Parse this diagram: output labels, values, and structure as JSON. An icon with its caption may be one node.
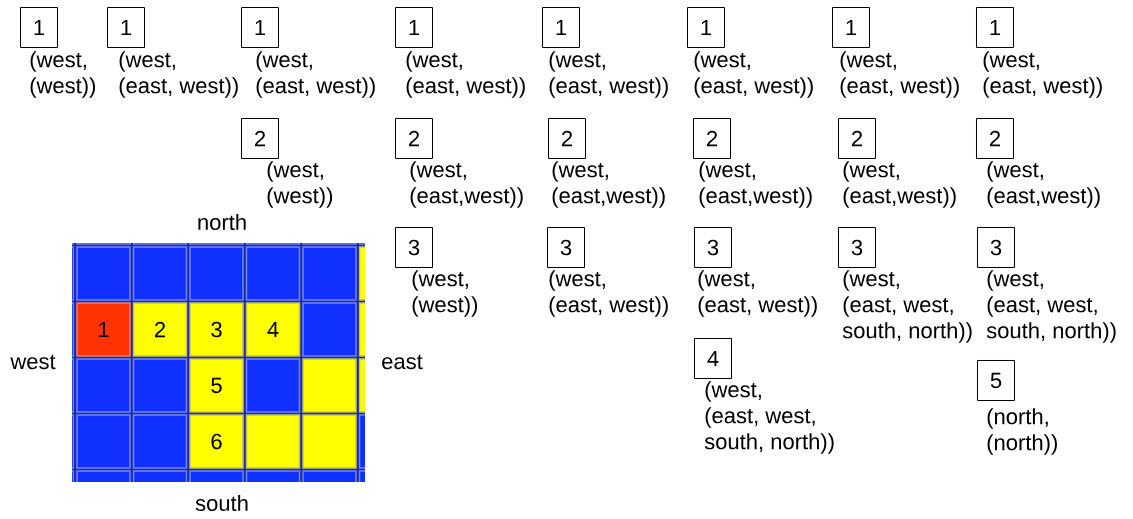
{
  "diagram": {
    "nodes": [
      {
        "text": [
          "1"
        ],
        "beside": [
          "(west, (west))"
        ]
      },
      {
        "text": [
          "1"
        ],
        "beside": [
          "(west, (east, west))"
        ]
      },
      {
        "text": [
          "1"
        ],
        "beside": [
          "(west, (east, west))"
        ]
      },
      {
        "text": [
          "1"
        ],
        "beside": [
          "(west, (east, west))"
        ]
      },
      {
        "text": [
          "1"
        ],
        "beside": [
          "(west, (east, west))"
        ]
      },
      {
        "text": [
          "1"
        ],
        "beside": [
          "(west, (east, west))"
        ]
      },
      {
        "text": [
          "1"
        ],
        "beside": [
          "(west, (east, west))"
        ]
      },
      {
        "text": [
          "1"
        ],
        "beside": [
          "(west, (east, west))"
        ]
      },
      {
        "text": [
          "2"
        ],
        "beside": [
          "(west, (west))"
        ]
      },
      {
        "text": [
          "2"
        ],
        "beside": [
          "(west, (east,west))"
        ]
      },
      {
        "text": [
          "2"
        ],
        "beside": [
          "(west, (east,west))"
        ]
      },
      {
        "text": [
          "2"
        ],
        "beside": [
          "(west, (east,west))"
        ]
      },
      {
        "text": [
          "2"
        ],
        "beside": [
          "(west, (east,west))"
        ]
      },
      {
        "text": [
          "2"
        ],
        "beside": [
          "(west, (east,west))"
        ]
      },
      {
        "text": [
          "3"
        ],
        "beside": [
          "(west, (west))"
        ]
      },
      {
        "text": [
          "3"
        ],
        "beside": [
          "(west, (east, west))"
        ]
      },
      {
        "text": [
          "3"
        ],
        "beside": [
          "(west, (east, west))"
        ]
      },
      {
        "text": [
          "3"
        ],
        "beside": [
          "(west, (east, west, south, north))"
        ]
      },
      {
        "text": [
          "3"
        ],
        "beside": [
          "(west, (east, west, south, north))"
        ]
      },
      {
        "text": [
          "4"
        ],
        "beside": [
          "(west, (east, west, south, north))"
        ]
      },
      {
        "text": [
          "5"
        ],
        "beside": [
          "(north, (north))"
        ]
      },
      {
        "text": [
          "1"
        ]
      },
      {
        "text": [
          "2"
        ]
      },
      {
        "text": [
          "3"
        ]
      },
      {
        "text": [
          "4"
        ]
      },
      {
        "text": [
          "5"
        ]
      },
      {
        "text": [
          "6"
        ]
      }
    ],
    "labels": [
      "north",
      "west",
      "east",
      "south"
    ]
  }
}
